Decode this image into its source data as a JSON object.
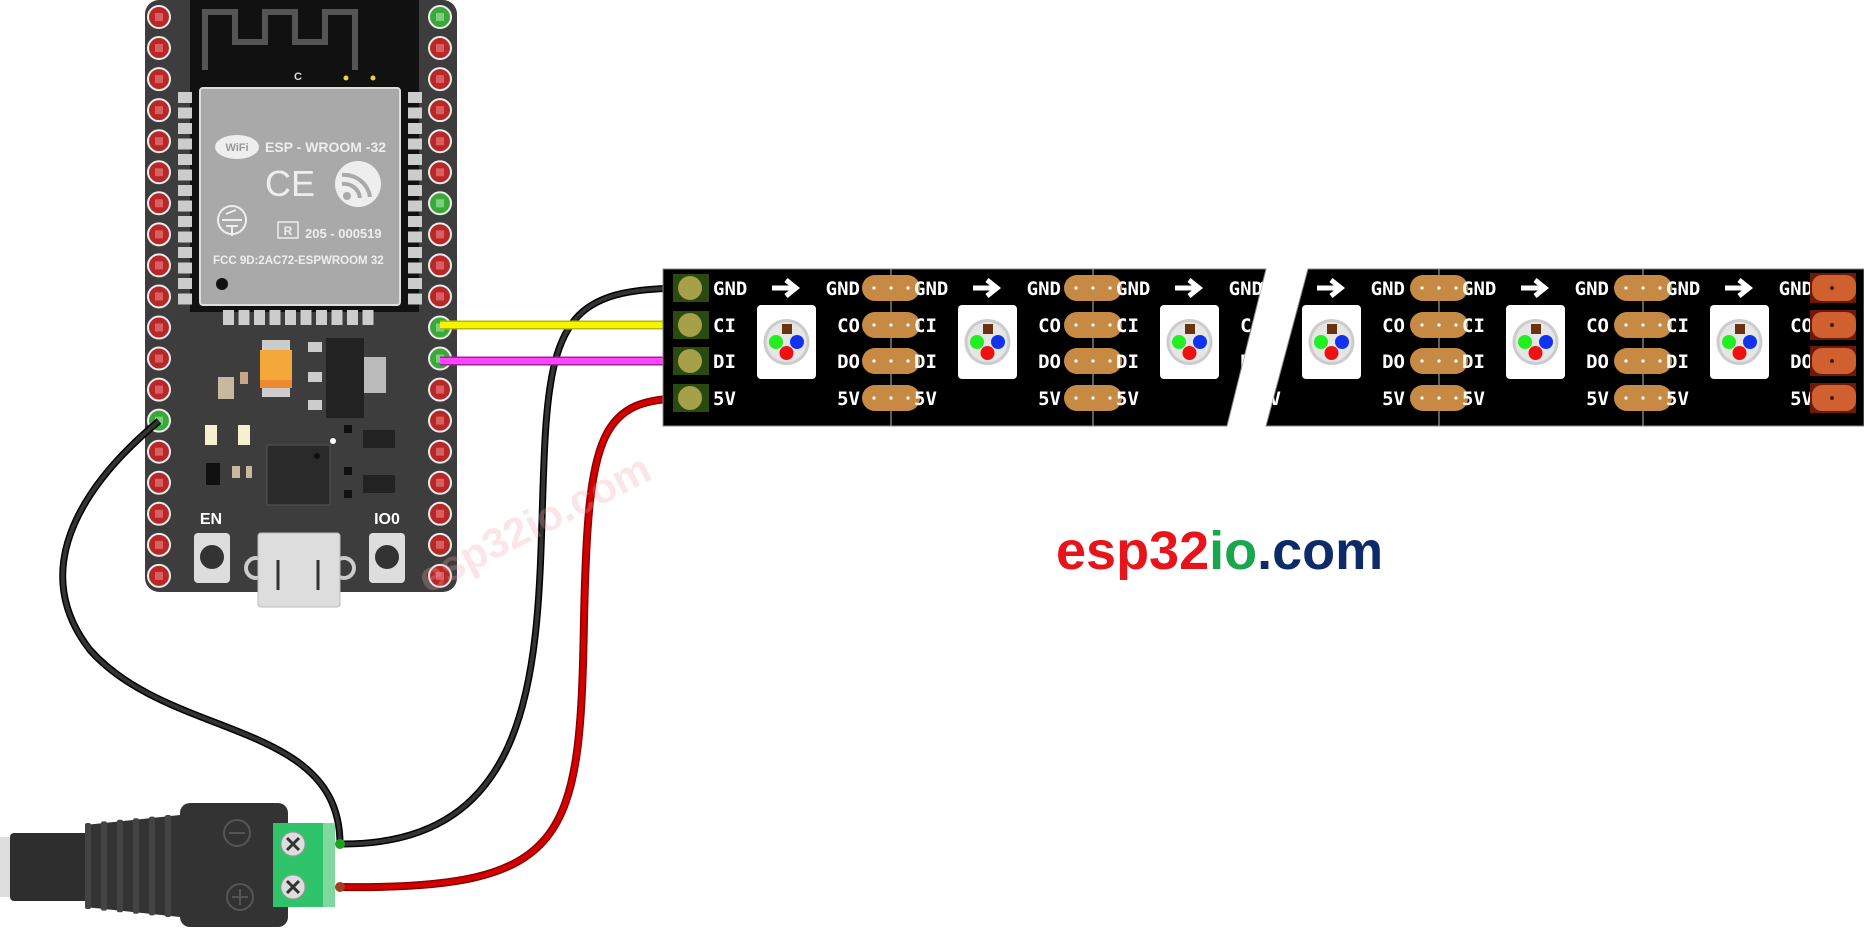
{
  "board": {
    "module_name": "ESP - WROOM -32",
    "wifi_badge": "WiFi",
    "ce_mark": "CE",
    "r_mark": "R",
    "cert_number": "205 - 000519",
    "fcc_id": "FCC 9D:2AC72-ESPWROOM 32",
    "antenna_label": "C",
    "en_button": "EN",
    "io0_button": "IO0"
  },
  "strip": {
    "input_labels": [
      "GND",
      "CI",
      "DI",
      "5V"
    ],
    "output_labels": [
      "GND",
      "CO",
      "DO",
      "5V"
    ]
  },
  "power_jack": {
    "minus_symbol": "⊖",
    "plus_symbol": "⊕"
  },
  "wires": {
    "gnd_color": "#1a1a1a",
    "clock_color": "#f5f500",
    "data_color": "#ff33ff",
    "power_color": "#d40000"
  },
  "logo": {
    "part1": "esp32",
    "part2": "io",
    "part3": ".com",
    "color1": "#e8141b",
    "color2": "#1aa64a",
    "color3": "#0d2a6b"
  },
  "watermark": "esp32io.com"
}
